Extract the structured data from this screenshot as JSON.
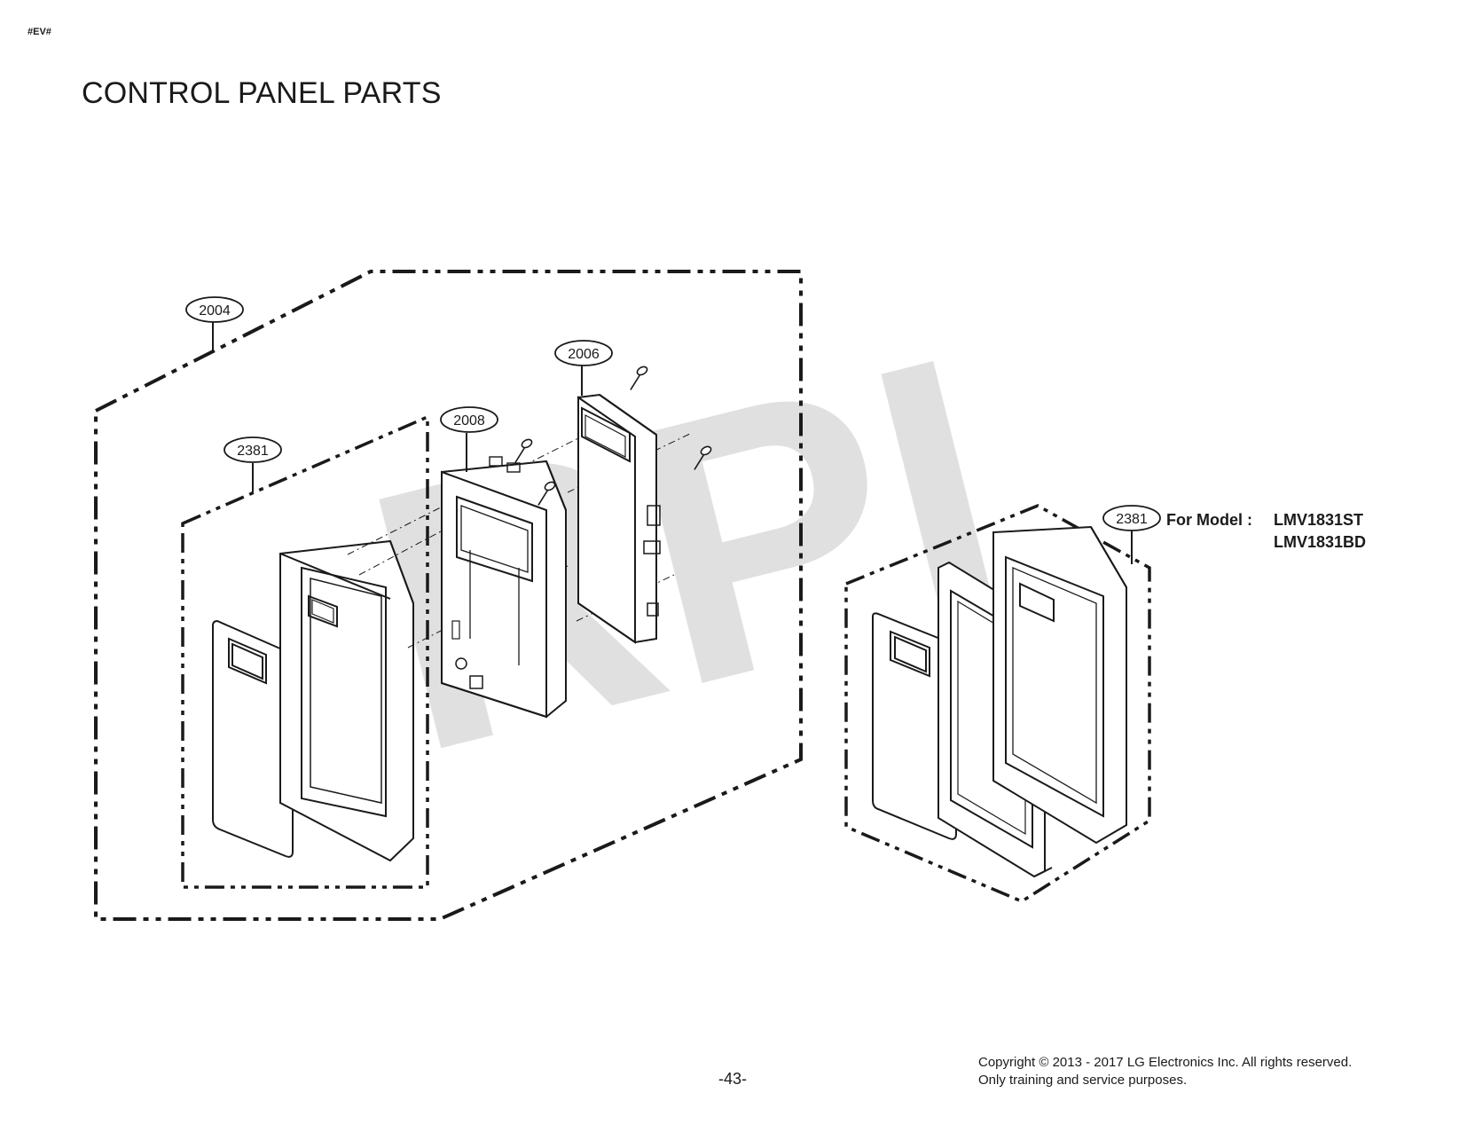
{
  "header": {
    "doc_code": "#EV#",
    "title": "CONTROL PANEL PARTS"
  },
  "watermark": "RPI",
  "callouts": {
    "c2004": "2004",
    "c2006": "2006",
    "c2008": "2008",
    "c2381_left": "2381",
    "c2381_right": "2381"
  },
  "model_note": {
    "prefix": "For Model : ",
    "model_1": "LMV1831ST",
    "model_2": "LMV1831BD"
  },
  "footer": {
    "page_number": "-43-",
    "copyright_line1": "Copyright © 2013 - 2017 LG Electronics Inc. All rights reserved.",
    "copyright_line2": "Only training and service purposes."
  }
}
